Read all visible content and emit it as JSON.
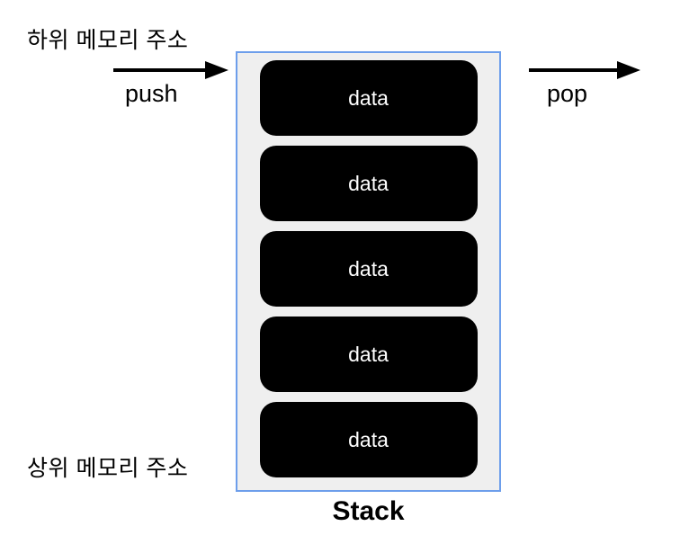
{
  "labels": {
    "top_left": "하위 메모리 주소",
    "bottom_left": "상위 메모리 주소",
    "push": "push",
    "pop": "pop",
    "stack_title": "Stack"
  },
  "stack": {
    "items": [
      {
        "label": "data"
      },
      {
        "label": "data"
      },
      {
        "label": "data"
      },
      {
        "label": "data"
      },
      {
        "label": "data"
      }
    ]
  },
  "colors": {
    "stack_border": "#6d9eeb",
    "stack_background": "#efefef",
    "item_fill": "#000000",
    "item_text": "#ffffff",
    "arrow": "#000000",
    "page_background": "#ffffff"
  }
}
